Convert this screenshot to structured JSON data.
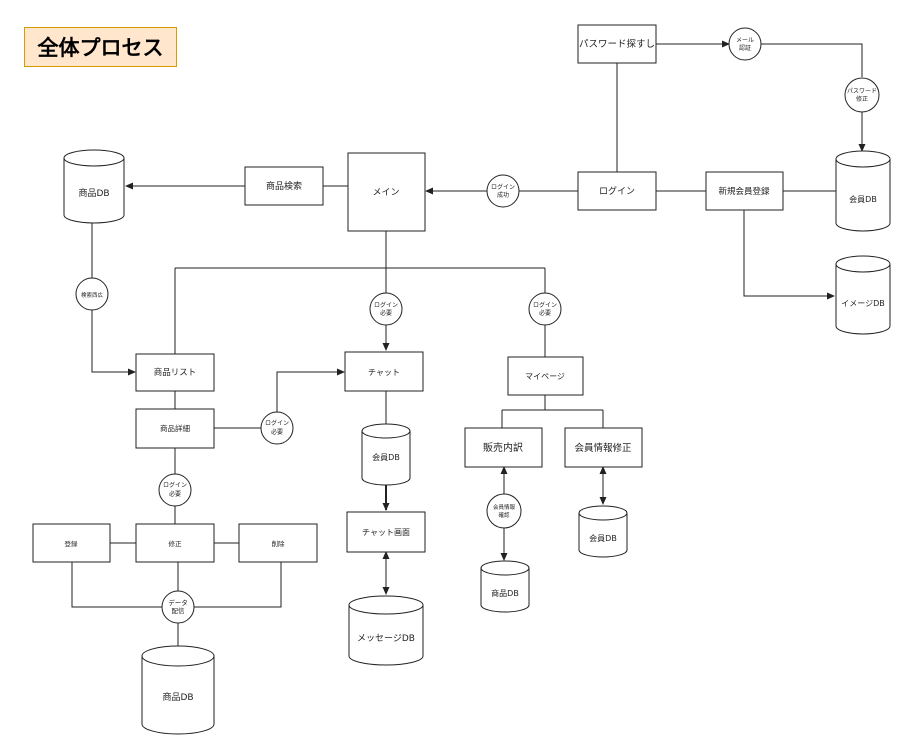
{
  "title": "全体プロセス",
  "nodes": {
    "password_reset": "パスワード探すし",
    "mail_auth": [
      "メール",
      "認証"
    ],
    "password_fix": [
      "パスワード",
      "修正"
    ],
    "login": "ログイン",
    "new_member": "新規会員登録",
    "member_db_top": "会員DB",
    "image_db": "イメージDB",
    "login_success": [
      "ログイン",
      "成功"
    ],
    "main": "メイン",
    "product_search": "商品検索",
    "product_db_top": "商品DB",
    "search_result": "検索西広",
    "login_req_1": [
      "ログイン",
      "必要"
    ],
    "login_req_2": [
      "ログイン",
      "必要"
    ],
    "product_list": "商品リスト",
    "chat": "チャット",
    "mypage": "マイページ",
    "product_detail": "商品詳細",
    "login_req_3": [
      "ログイン",
      "必要"
    ],
    "member_db_chat": "会員DB",
    "sales_detail": "販売内訳",
    "member_info_edit": "会員情報修正",
    "login_req_4": [
      "ログイン",
      "必要"
    ],
    "member_info_check": [
      "会員情報",
      "確認"
    ],
    "member_db_mypage": "会員DB",
    "chat_screen": "チャット画面",
    "product_db_mypage": "商品DB",
    "register": "登録",
    "edit": "修正",
    "delete": "削除",
    "data_dist": [
      "データ",
      "配信"
    ],
    "message_db": "メッセージDB",
    "product_db_bottom": "商品DB"
  }
}
